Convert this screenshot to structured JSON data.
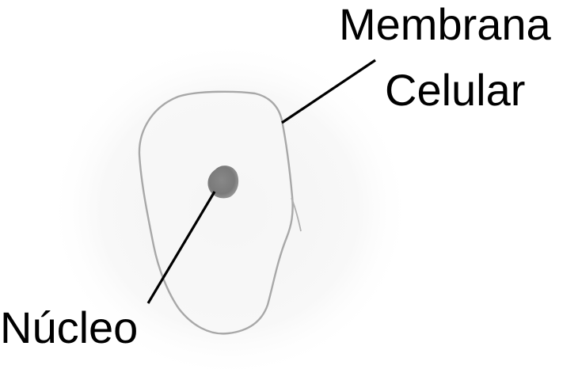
{
  "diagram": {
    "labels": {
      "membrane_line1": "Membrana",
      "membrane_line2": "Celular",
      "nucleus": "Núcleo"
    },
    "colors": {
      "background": "#ffffff",
      "paper_shade": "#f2f2f2",
      "cell_outline": "#a8a8a8",
      "nucleus_fill": "#808080",
      "leader_line": "#000000",
      "text": "#000000"
    }
  }
}
